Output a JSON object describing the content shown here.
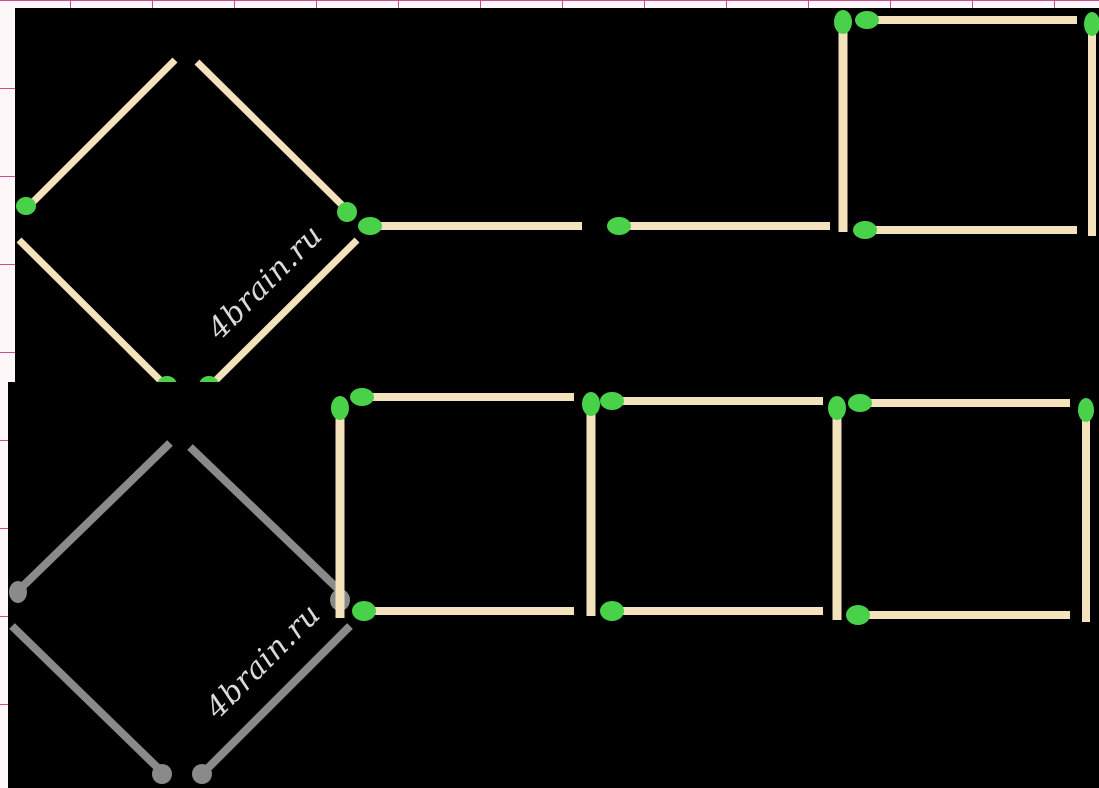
{
  "watermark": {
    "text": "4brain.ru"
  },
  "colors": {
    "background": "#000000",
    "grid_paper": "#fdf7fa",
    "grid_lines": "#d24a8c",
    "match_stick": "#f3e2bb",
    "match_head": "#4ad14a",
    "removed_match": "#8a8a8a",
    "watermark_text": "#dadada"
  },
  "top_figure": {
    "description_state": "before"
  },
  "bottom_figure": {
    "description_state": "after"
  }
}
